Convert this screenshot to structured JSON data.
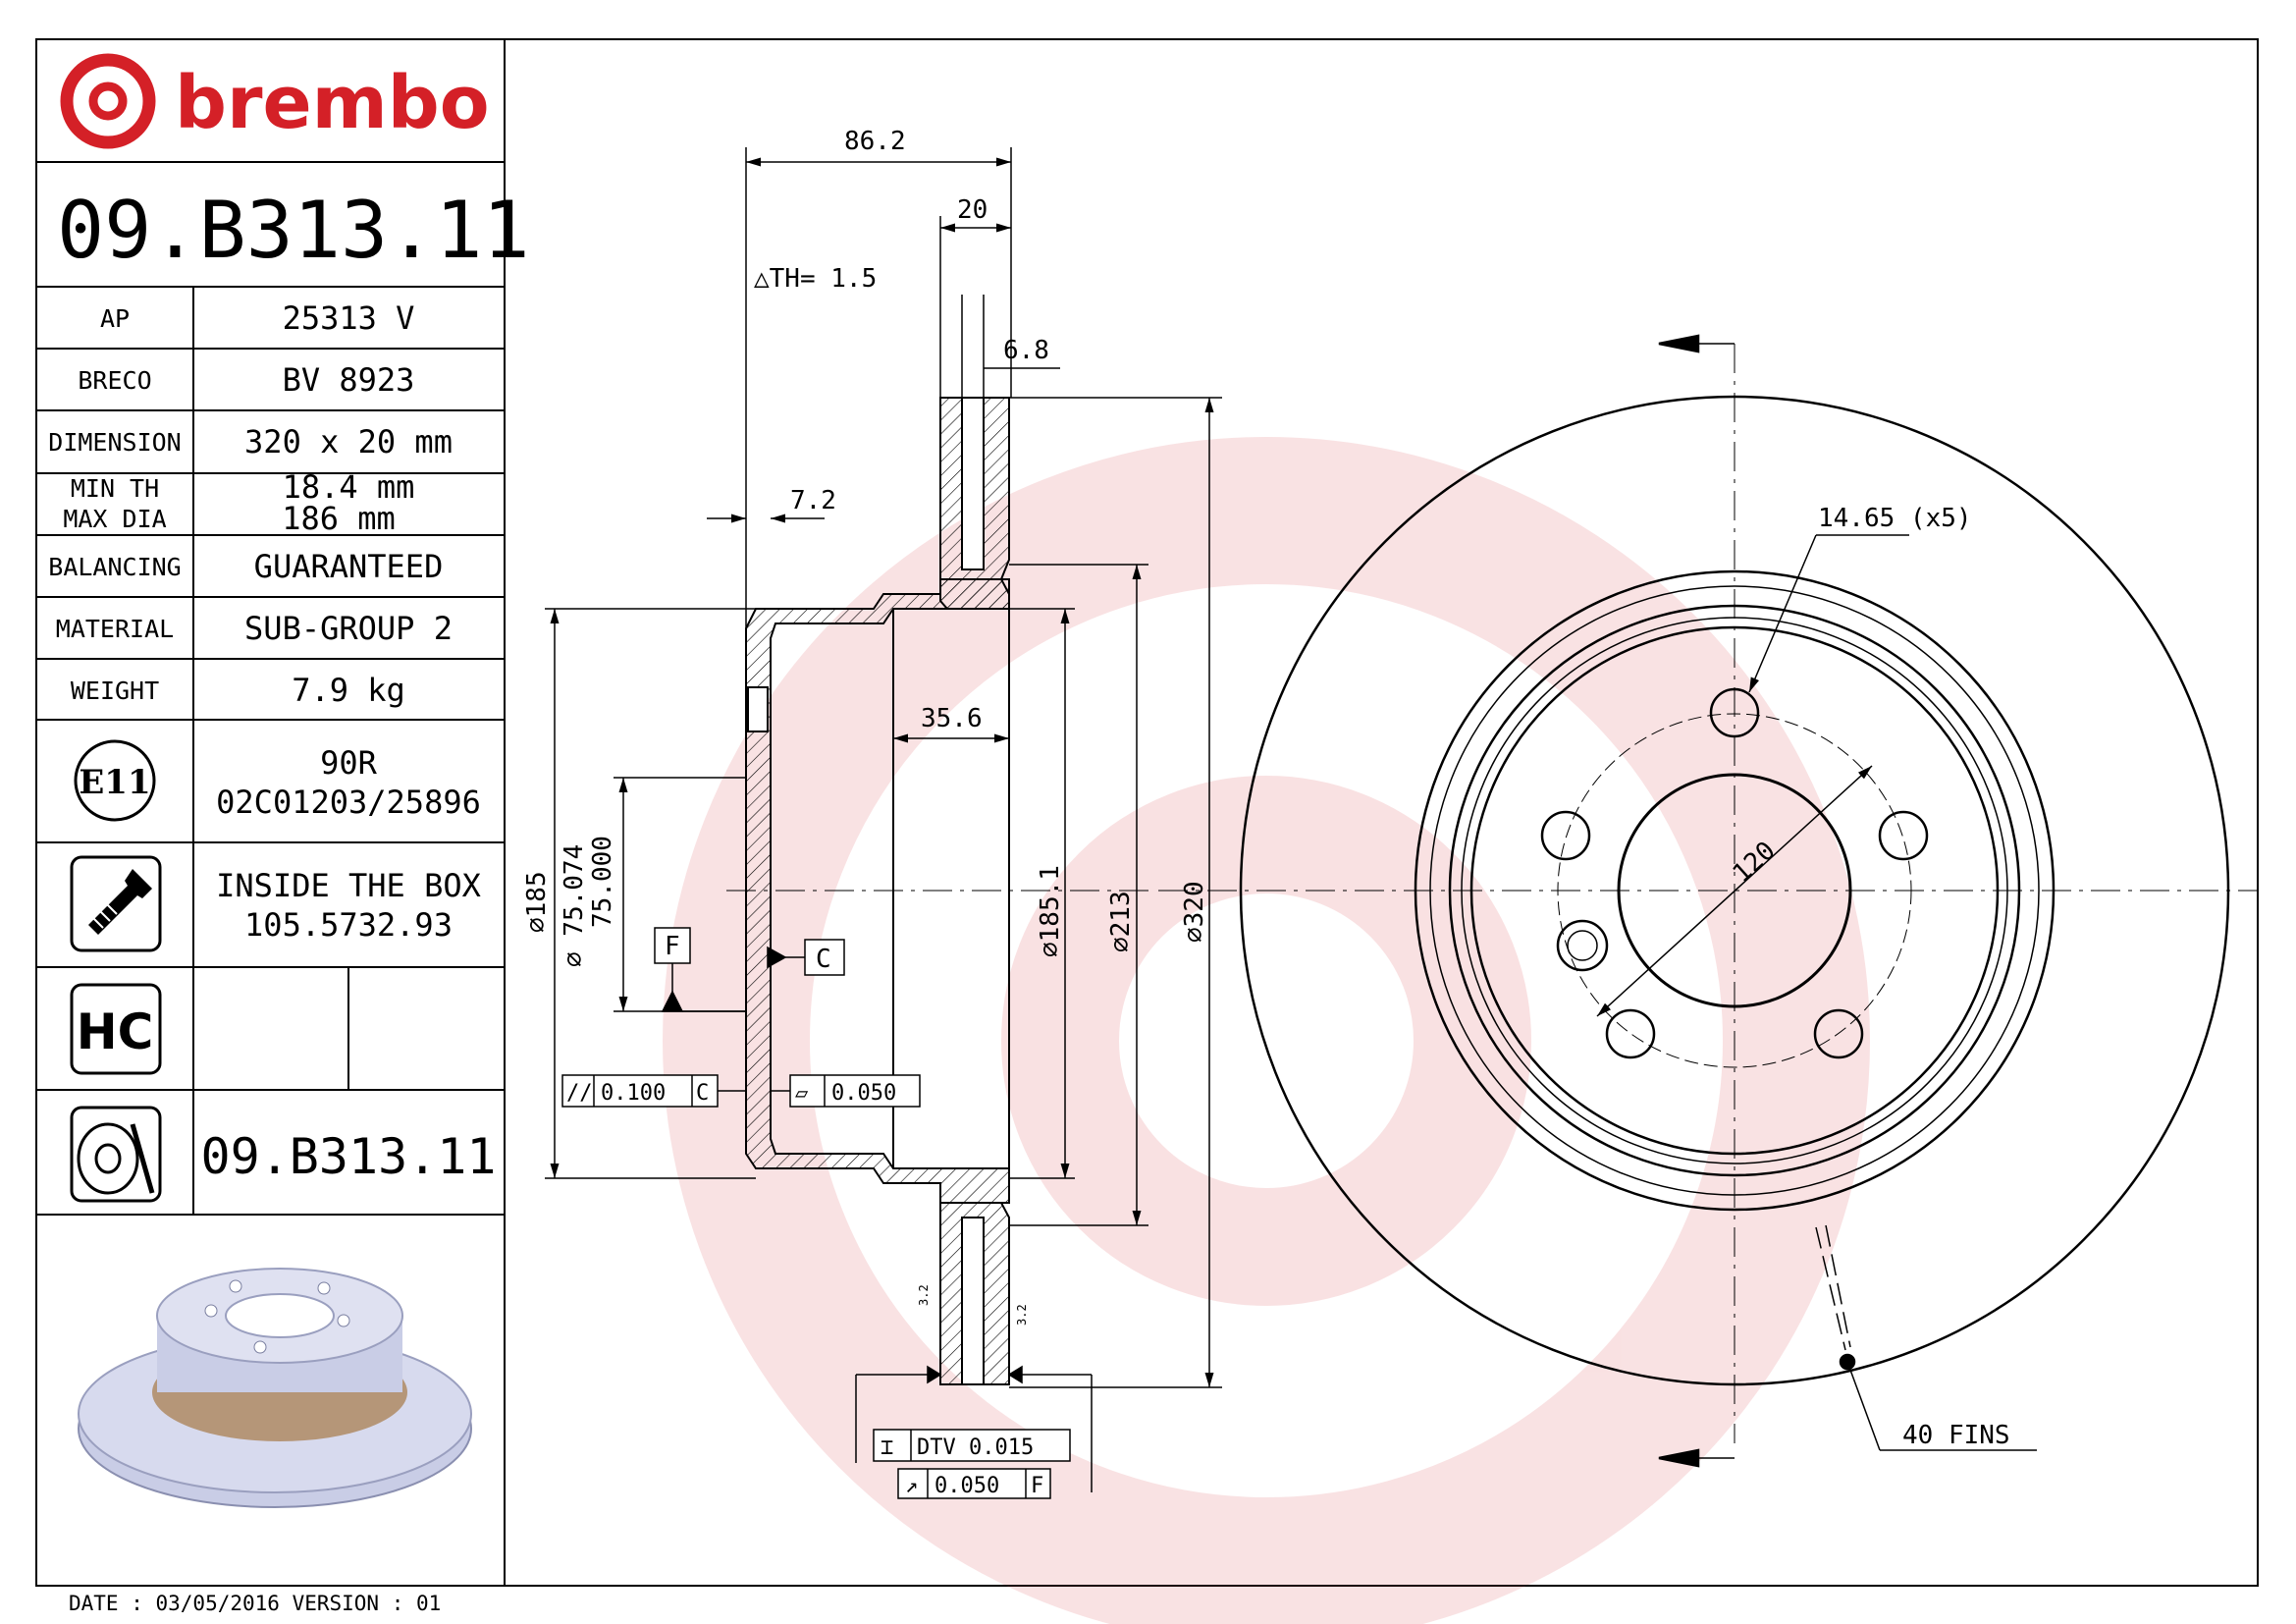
{
  "brand": {
    "logo_text": "brembo",
    "color": "#d42027"
  },
  "part_number": "09.B313.11",
  "specs": [
    {
      "key": "ap",
      "label": "AP",
      "value": "25313 V"
    },
    {
      "key": "breco",
      "label": "BRECO",
      "value": "BV 8923"
    },
    {
      "key": "dimension",
      "label": "DIMENSION",
      "value": "320 x 20 mm"
    },
    {
      "key": "min_max",
      "label": "MIN TH\nMAX DIA",
      "value": "18.4 mm\n186  mm"
    },
    {
      "key": "balancing",
      "label": "BALANCING",
      "value": "GUARANTEED"
    },
    {
      "key": "material",
      "label": "MATERIAL",
      "value": "SUB-GROUP 2"
    },
    {
      "key": "weight",
      "label": "WEIGHT",
      "value": "7.9 kg"
    }
  ],
  "approval": {
    "badge": "E11",
    "line1": "90R",
    "line2": "02C01203/25896"
  },
  "box_contents": {
    "line1": "INSIDE THE BOX",
    "line2": "105.5732.93"
  },
  "hc_badge": "HC",
  "footer_part_number": "09.B313.11",
  "date_line": "DATE : 03/05/2016 VERSION : 01",
  "section_dims": {
    "overall_width": "86.2",
    "disc_thickness": "20",
    "delta_th": "△TH= 1.5",
    "plate_offset": "6.8",
    "hat_wall": "7.2",
    "hat_depth": "35.6",
    "dia_185": "⌀185",
    "dia_75_upper": "⌀ 75.074",
    "dia_75_lower": "75.000",
    "dia_185_1": "⌀185.1",
    "dia_213": "⌀213",
    "dia_320": "⌀320",
    "datum_f": "F",
    "datum_c": "C",
    "parallel_tol": "0.100",
    "parallel_ref": "C",
    "flatness_tol": "0.050",
    "dtv": "DTV  0.015",
    "runout_tol": "0.050",
    "runout_ref": "F",
    "roughness_left": "3.2",
    "roughness_right": "3.2"
  },
  "front_view": {
    "hole_callout": "14.65 (x5)",
    "pcd": "120",
    "fins": "40 FINS"
  }
}
